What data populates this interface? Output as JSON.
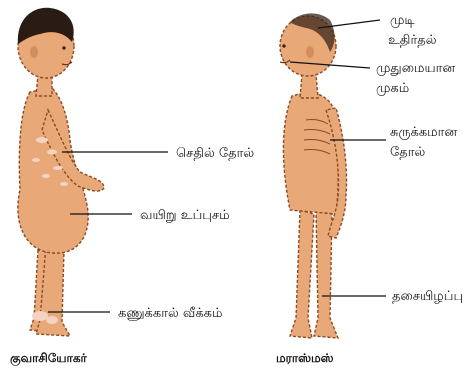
{
  "left_figure": {
    "caption": "குவாசியோகர்",
    "labels": {
      "flaky_skin": "செதில் தோல்",
      "swollen_belly": "வயிறு உப்புசம்",
      "ankle_swelling": "கணுக்கால் வீக்கம்"
    }
  },
  "right_figure": {
    "caption": "மராஸ்மஸ்",
    "labels": {
      "hair_loss": [
        "முடி",
        "உதிர்தல்"
      ],
      "old_face": [
        "முதுமையான",
        "முகம்"
      ],
      "wrinkled_skin": [
        "சுருக்கமான",
        "தோல்"
      ],
      "muscle_wasting": "தசையிழப்பு"
    }
  },
  "colors": {
    "skin": "#e8a877",
    "hair": "#2a1c14",
    "outline": "#8a4a24"
  }
}
